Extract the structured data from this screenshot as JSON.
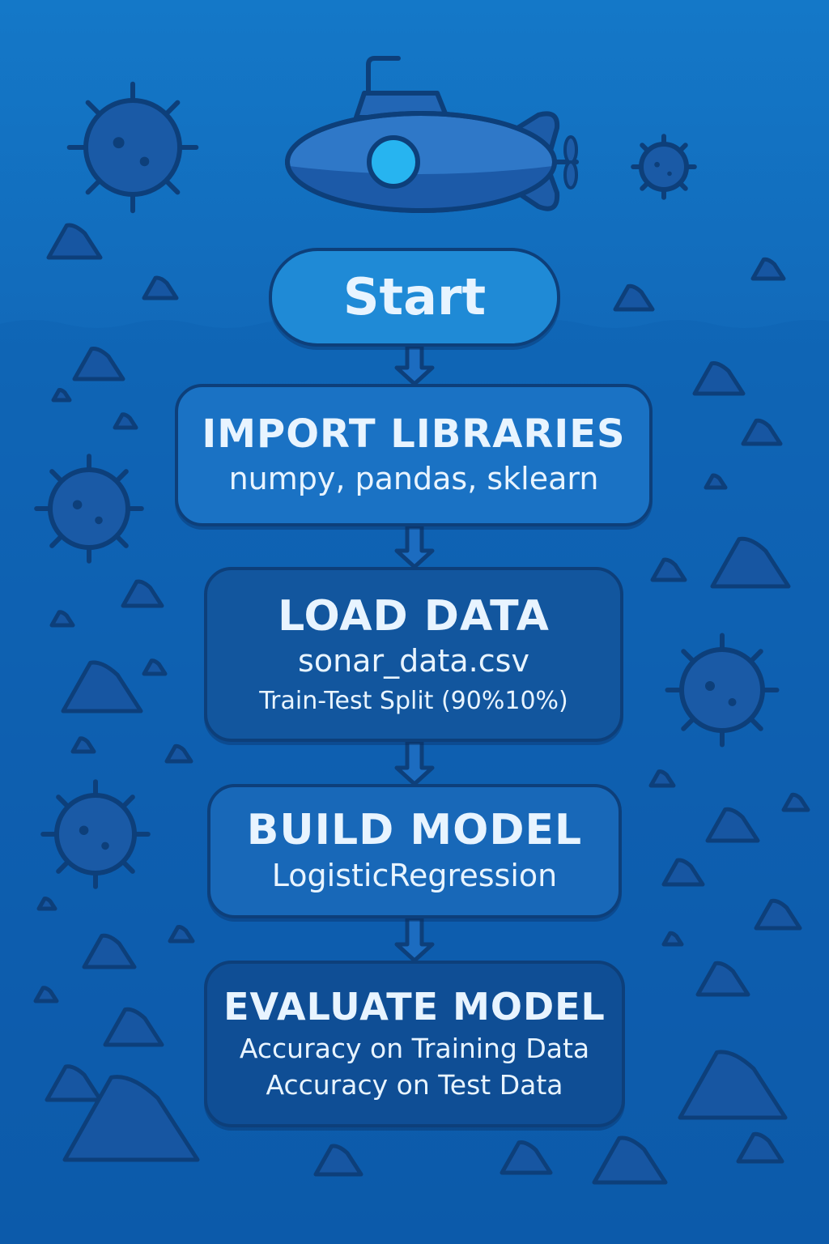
{
  "nodes": {
    "start": {
      "title": "Start"
    },
    "import_libraries": {
      "title": "IMPORT LIBRARIES",
      "detail": "numpy, pandas, sklearn"
    },
    "load_data": {
      "title": "LOAD DATA",
      "file": "sonar_data.csv",
      "split": "Train-Test Split (90%10%)"
    },
    "build_model": {
      "title": "BUILD MODEL",
      "model": "LogisticRegression"
    },
    "evaluate_model": {
      "title": "EVALUATE MODEL",
      "metric_1": "Accuracy on Training Data",
      "metric_2": "Accuracy on Test Data"
    }
  },
  "edges": [
    {
      "from": "start",
      "to": "import_libraries"
    },
    {
      "from": "import_libraries",
      "to": "load_data"
    },
    {
      "from": "load_data",
      "to": "build_model"
    },
    {
      "from": "build_model",
      "to": "evaluate_model"
    }
  ],
  "icons": [
    "submarine-icon",
    "sea-mine-icon",
    "rock-icon"
  ],
  "colors": {
    "background_top": "#1478c8",
    "background_bottom": "#0b51a0",
    "outline": "#0d3f7a",
    "text": "#e8f4ff",
    "porthole": "#27b4f0"
  }
}
